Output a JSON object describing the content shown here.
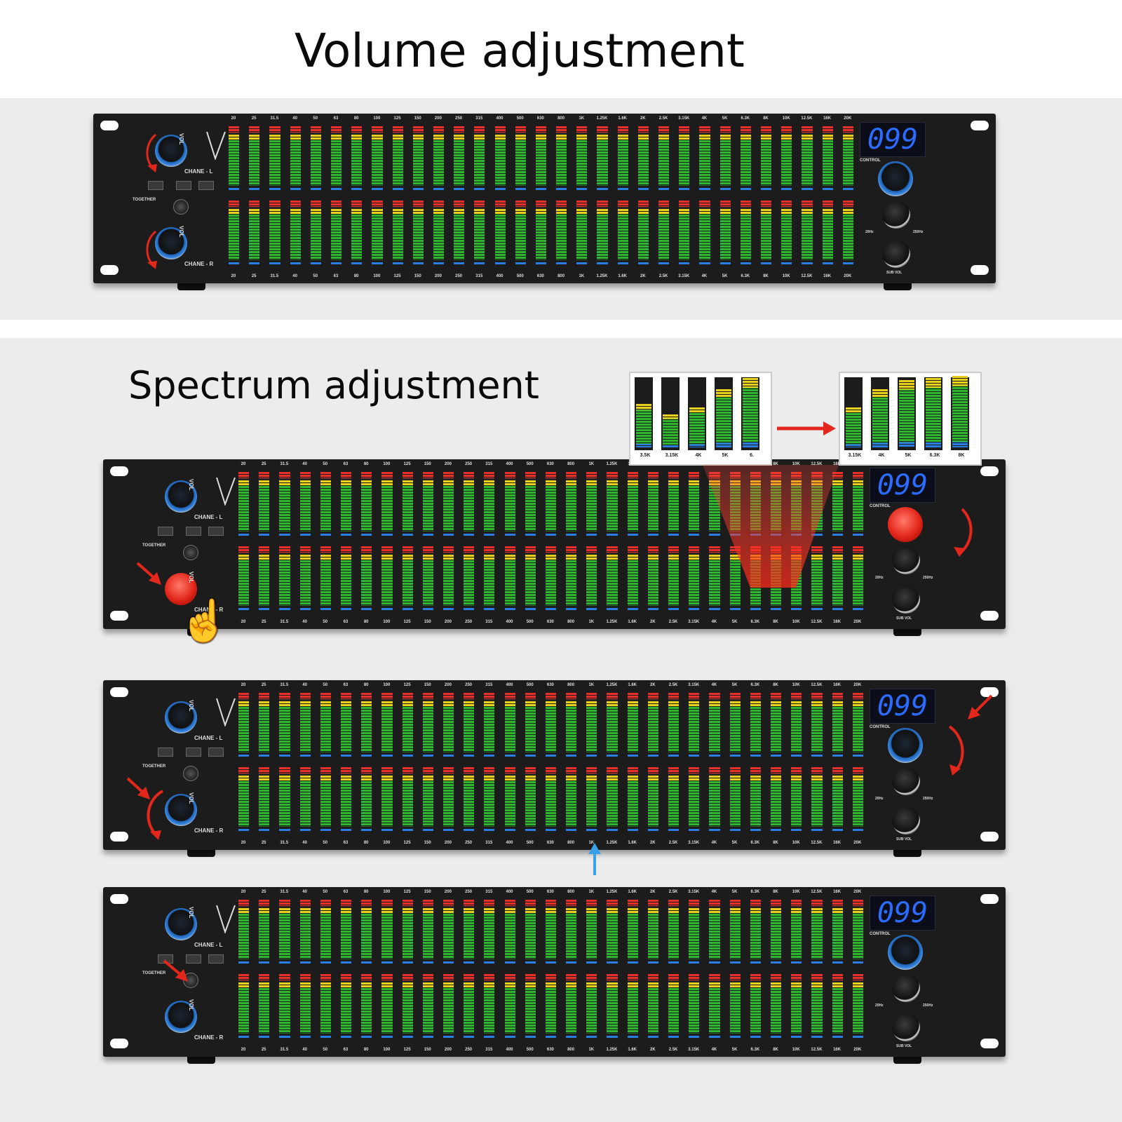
{
  "titles": {
    "volume": "Volume adjustment",
    "spectrum": "Spectrum adjustment"
  },
  "freq_labels": [
    "20",
    "25",
    "31.5",
    "40",
    "50",
    "63",
    "80",
    "100",
    "125",
    "150",
    "200",
    "250",
    "315",
    "400",
    "500",
    "630",
    "800",
    "1K",
    "1.25K",
    "1.6K",
    "2K",
    "2.5K",
    "3.15K",
    "4K",
    "5K",
    "6.3K",
    "8K",
    "10K",
    "12.5K",
    "16K",
    "20K"
  ],
  "panel": {
    "display_value": "099",
    "control_label": "CONTROL",
    "chane_l": "CHANE - L",
    "chane_r": "CHANE - R",
    "together": "TOGETHER",
    "vol": "VOL",
    "knob1_label": "20Hz",
    "knob1_label_b": "250Hz",
    "knob2_label": "SUB VOL"
  },
  "inset": {
    "left_labels": [
      "3.5K",
      "3.15K",
      "4K",
      "5K",
      "6."
    ],
    "right_labels": [
      "3.15K",
      "4K",
      "5K",
      "6.3K",
      "8K"
    ]
  },
  "colors": {
    "green": "#2fb82f",
    "yellow": "#e8d21d",
    "red": "#e8302a",
    "blue": "#2a7de1",
    "arrow": "#e3271c",
    "blue_arrow": "#3aa0e8"
  }
}
